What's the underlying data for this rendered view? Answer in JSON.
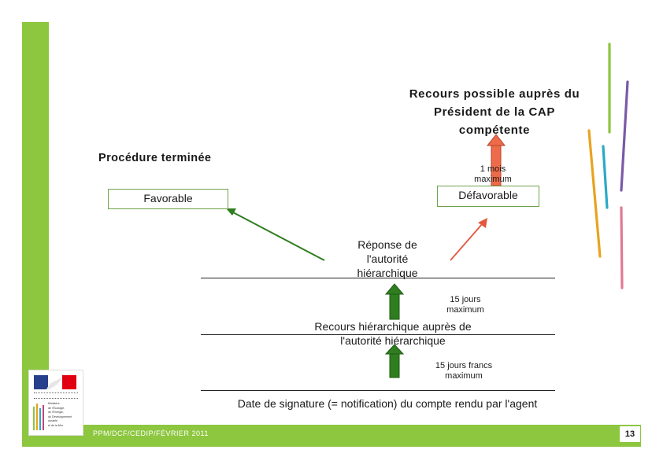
{
  "slide": {
    "footer_text": "PPM/DCF/CEDIP/FÉVRIER 2011",
    "page_number": "13",
    "colors": {
      "green_band": "#8dc63f",
      "green_arrow": "#2f7d1f",
      "orange_arrow": "#e2583e"
    }
  },
  "logo": {
    "name": "Ministère de l'Écologie, de l'Énergie, du Développement durable et de la Mer",
    "lines": [
      "Ministère",
      "de l'Écologie,",
      "de l'Énergie,",
      "du Développement",
      "durable",
      "et de la Mer"
    ]
  },
  "diagram": {
    "recourse_president": "Recours possible auprès du Président de la CAP compétente",
    "procedure_finished": "Procédure terminée",
    "delay_1_month": "1 mois maximum",
    "favorable": "Favorable",
    "unfavorable": "Défavorable",
    "hierarchy_answer": "Réponse de l'autorité hiérarchique",
    "delay_15_days": "15 jours maximum",
    "hierarchical_appeal": "Recours hiérarchique auprès de l'autorité hiérarchique",
    "delay_15_clear_days": "15 jours francs maximum",
    "signature_date": "Date de signature (= notification) du compte rendu par l'agent"
  }
}
